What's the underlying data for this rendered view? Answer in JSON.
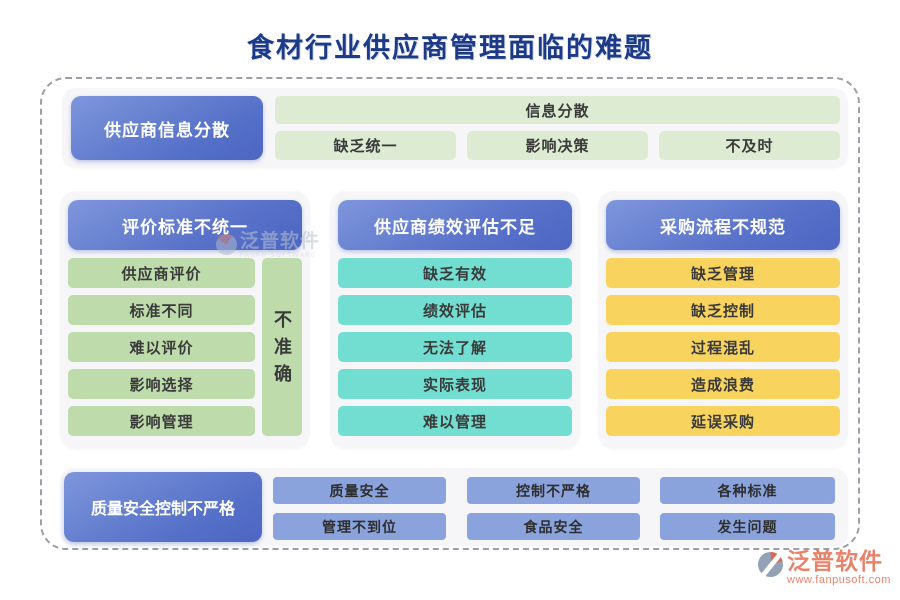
{
  "title": "食材行业供应商管理面临的难题",
  "top_section": {
    "label": "供应商信息分散",
    "headline": "信息分散",
    "items": [
      "缺乏统一",
      "影响决策",
      "不及时"
    ]
  },
  "columns": [
    {
      "header": "评价标准不统一",
      "items": [
        "供应商评价",
        "标准不同",
        "难以评价",
        "影响选择",
        "影响管理"
      ],
      "side_note": "不准确"
    },
    {
      "header": "供应商绩效评估不足",
      "items": [
        "缺乏有效",
        "绩效评估",
        "无法了解",
        "实际表现",
        "难以管理"
      ]
    },
    {
      "header": "采购流程不规范",
      "items": [
        "缺乏管理",
        "缺乏控制",
        "过程混乱",
        "造成浪费",
        "延误采购"
      ]
    }
  ],
  "bottom_section": {
    "label": "质量安全控制不严格",
    "rows": [
      [
        "质量安全",
        "控制不严格",
        "各种标准"
      ],
      [
        "管理不到位",
        "食品安全",
        "发生问题"
      ]
    ]
  },
  "watermark": {
    "text": "泛普软件",
    "subtext": "FANPU SOFTWARE"
  },
  "logo": {
    "brand": "泛普软件",
    "url": "www.fanpusoft.com"
  },
  "colors": {
    "title": "#1c3a87",
    "header_gradient_start": "#7e96db",
    "header_gradient_end": "#4c66c2",
    "light_green": "#dcebd2",
    "green": "#bedcab",
    "teal": "#72ded1",
    "yellow": "#f8d45f",
    "light_blue": "#8aa3dd",
    "card_bg": "#f6f6f8",
    "dashed_border": "#9aa0a6",
    "logo": "#e8836b"
  }
}
